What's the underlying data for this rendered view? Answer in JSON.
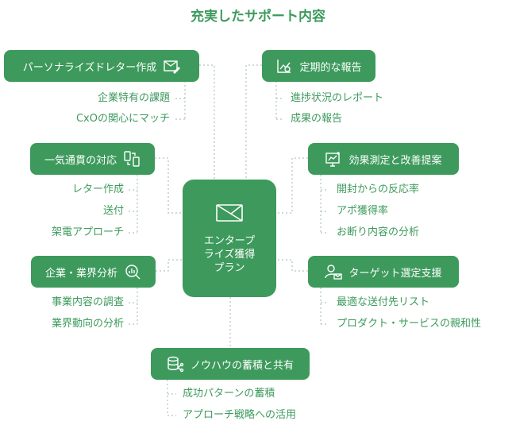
{
  "title": "充実したサポート内容",
  "center": {
    "line1": "エンタープ",
    "line2": "ライズ獲得",
    "line3": "プラン",
    "icon": "mail-send-icon"
  },
  "nodes": {
    "personalized": {
      "label": "パーソナライズドレター作成",
      "icon": "mail-edit-icon",
      "items": [
        "企業特有の課題",
        "CxOの関心にマッチ"
      ]
    },
    "consistent": {
      "label": "一気通貫の対応",
      "icon": "device-sync-icon",
      "items": [
        "レター作成",
        "送付",
        "架電アプローチ"
      ]
    },
    "analysis": {
      "label": "企業・業界分析",
      "icon": "chart-search-icon",
      "items": [
        "事業内容の調査",
        "業界動向の分析"
      ]
    },
    "report": {
      "label": "定期的な報告",
      "icon": "report-refresh-icon",
      "items": [
        "進捗状況のレポート",
        "成果の報告"
      ]
    },
    "measure": {
      "label": "効果測定と改善提案",
      "icon": "analytics-monitor-icon",
      "items": [
        "開封からの反応率",
        "アポ獲得率",
        "お断り内容の分析"
      ]
    },
    "target": {
      "label": "ターゲット選定支援",
      "icon": "user-mail-icon",
      "items": [
        "最適な送付先リスト",
        "プロダクト・サービスの親和性"
      ]
    },
    "knowhow": {
      "label": "ノウハウの蓄積と共有",
      "icon": "database-share-icon",
      "items": [
        "成功パターンの蓄積",
        "アプローチ戦略への活用"
      ]
    }
  },
  "colors": {
    "accent": "#3d9a5c",
    "line": "#9bb8a4"
  }
}
